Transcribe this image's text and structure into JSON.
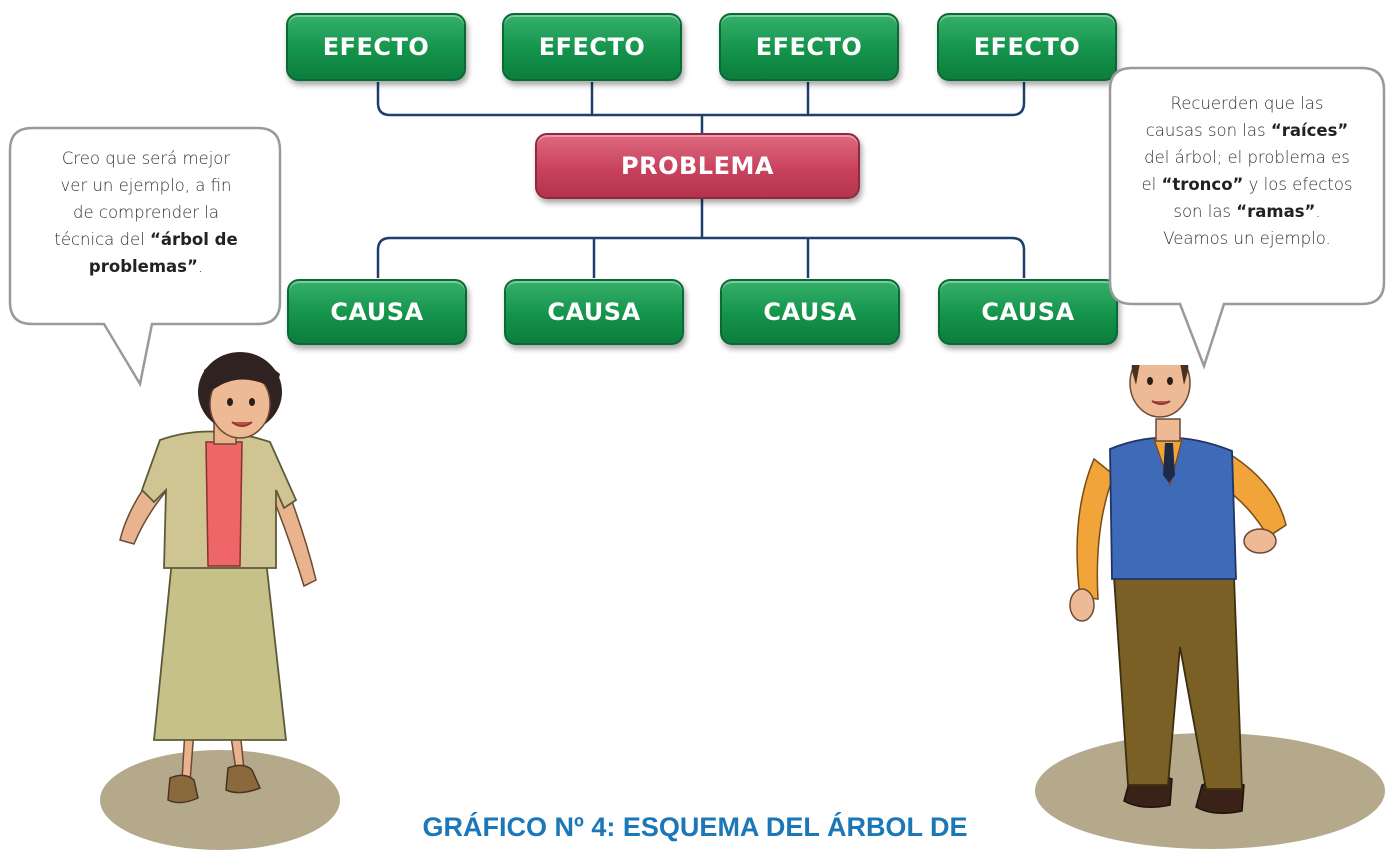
{
  "diagram": {
    "effects": [
      "EFECTO",
      "EFECTO",
      "EFECTO",
      "EFECTO"
    ],
    "problem": "PROBLEMA",
    "causes": [
      "CAUSA",
      "CAUSA",
      "CAUSA",
      "CAUSA"
    ]
  },
  "left_bubble": {
    "line1": "Creo que será mejor",
    "line2": "ver un ejemplo, a fin",
    "line3": "de comprender la",
    "line4_pre": "técnica del ",
    "line4_bold": "“árbol de",
    "line5_bold": "problemas”",
    "line5_post": "."
  },
  "right_bubble": {
    "line1": "Recuerden que las",
    "line2_pre": "causas son las ",
    "line2_bold": "“raíces”",
    "line3": "del árbol; el problema es",
    "line4_pre": "el ",
    "line4_bold": "“tronco”",
    "line4_post": " y los efectos",
    "line5_pre": "son las ",
    "line5_bold": "“ramas”",
    "line5_post": ".",
    "line6": "Veamos un ejemplo."
  },
  "caption": "GRÁFICO Nº 4: ESQUEMA DEL ÁRBOL DE",
  "colors": {
    "effect_cause_green": "#14934b",
    "problem_red": "#c9425d",
    "connector_navy": "#1f3f6e",
    "caption_blue": "#1b77b8"
  }
}
